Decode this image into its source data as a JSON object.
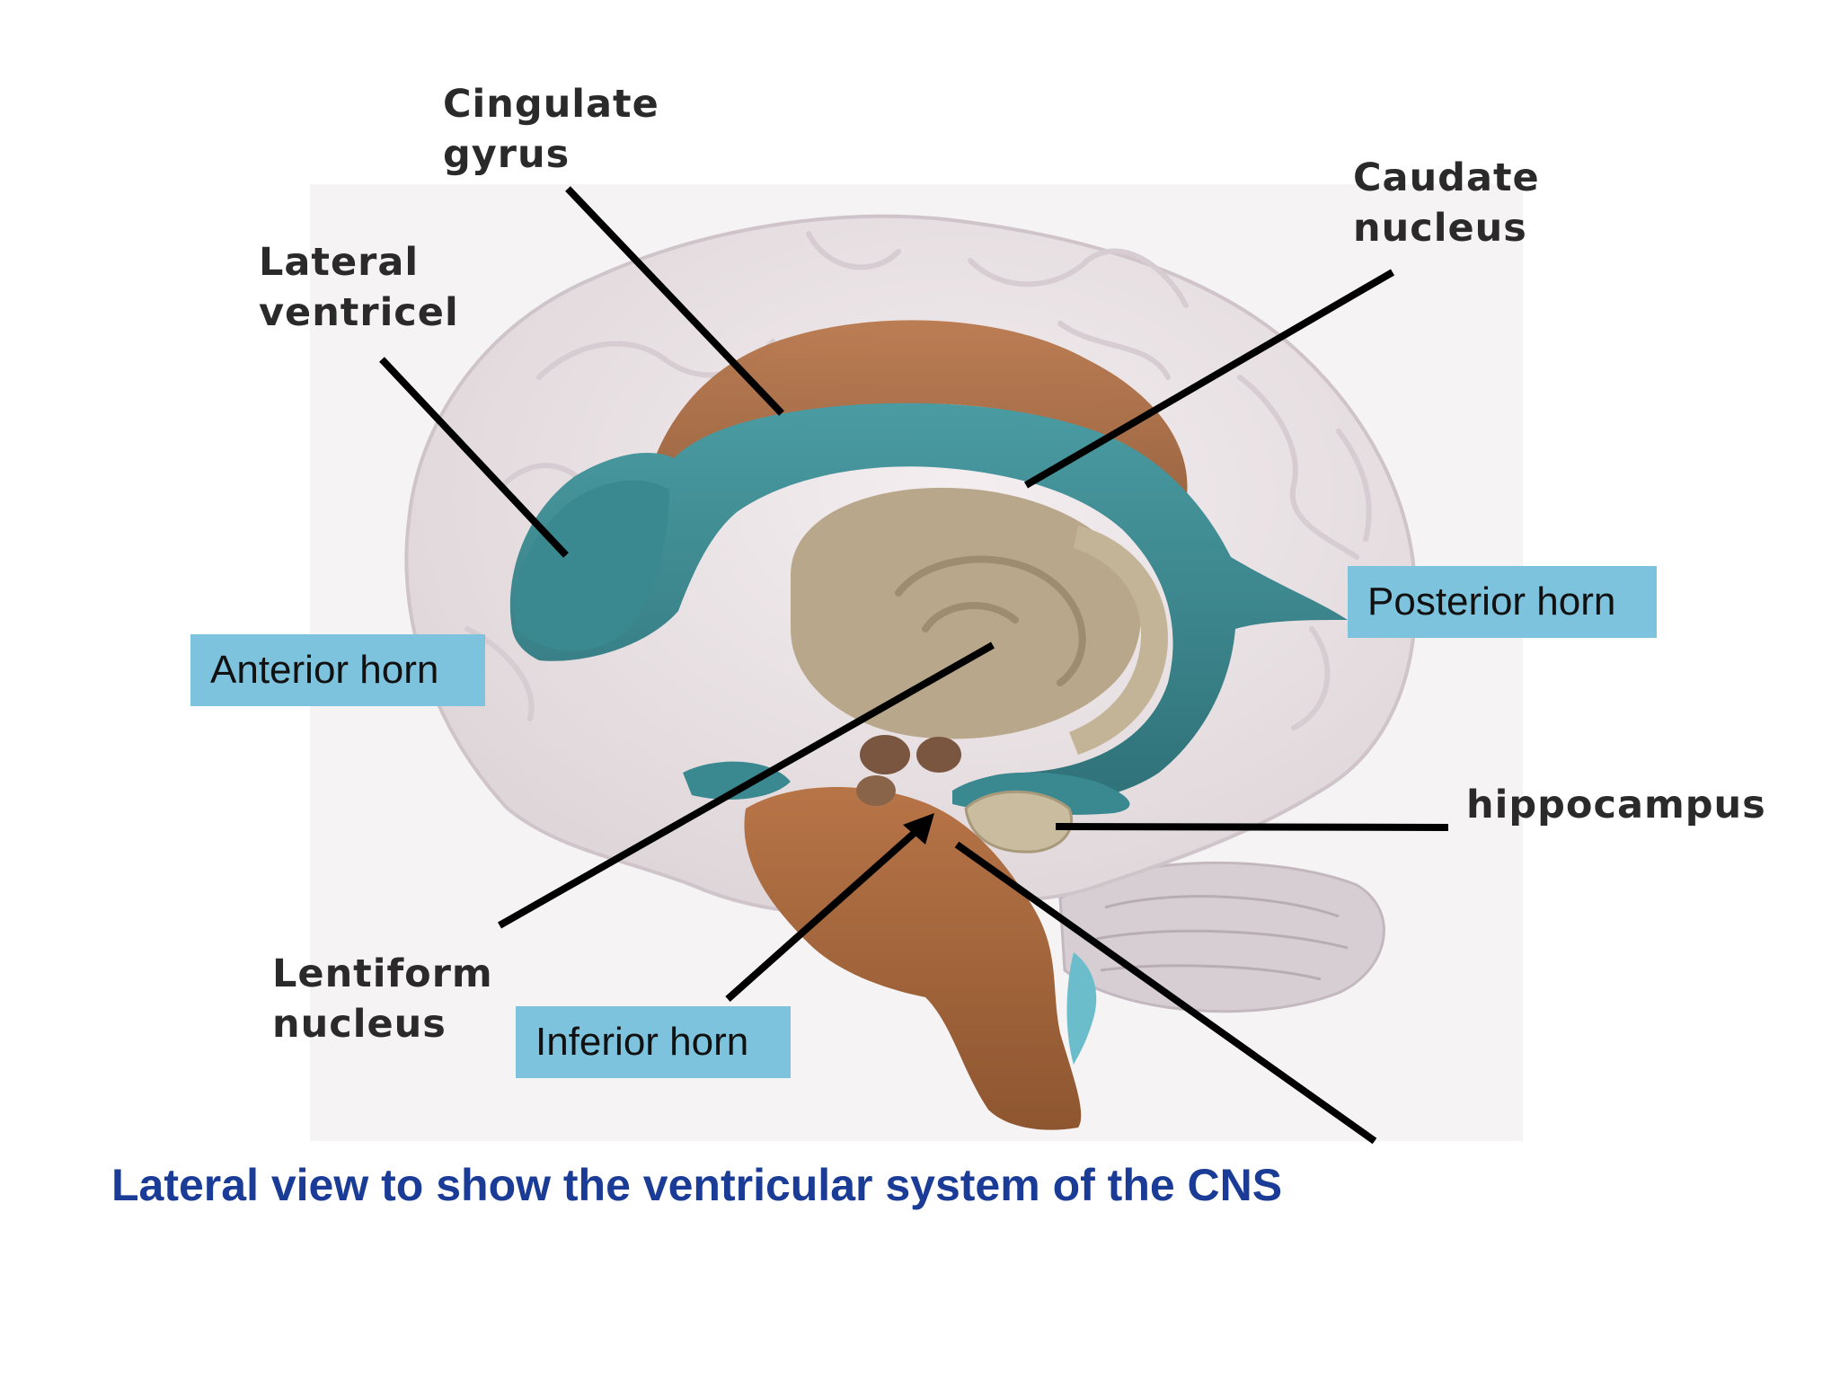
{
  "labels": {
    "cingulate": [
      "Cingulate",
      "gyrus"
    ],
    "lateral": [
      "Lateral",
      "ventricel"
    ],
    "caudate": [
      "Caudate",
      "nucleus"
    ],
    "hippocampus": "hippocampus",
    "lentiform": [
      "Lentiform",
      "nucleus"
    ],
    "anterior_horn": "Anterior horn",
    "posterior_horn": "Posterior horn",
    "inferior_horn": "Inferior horn"
  },
  "caption": "Lateral view to show the ventricular system of the CNS",
  "colors": {
    "ventricle": "#3f8c93",
    "brain": "#e9e3e6",
    "brown": "#a8683d",
    "tan": "#b9a88a",
    "label_box": "#7ec3dd",
    "caption": "#1a3c96",
    "leader": "#000000"
  }
}
